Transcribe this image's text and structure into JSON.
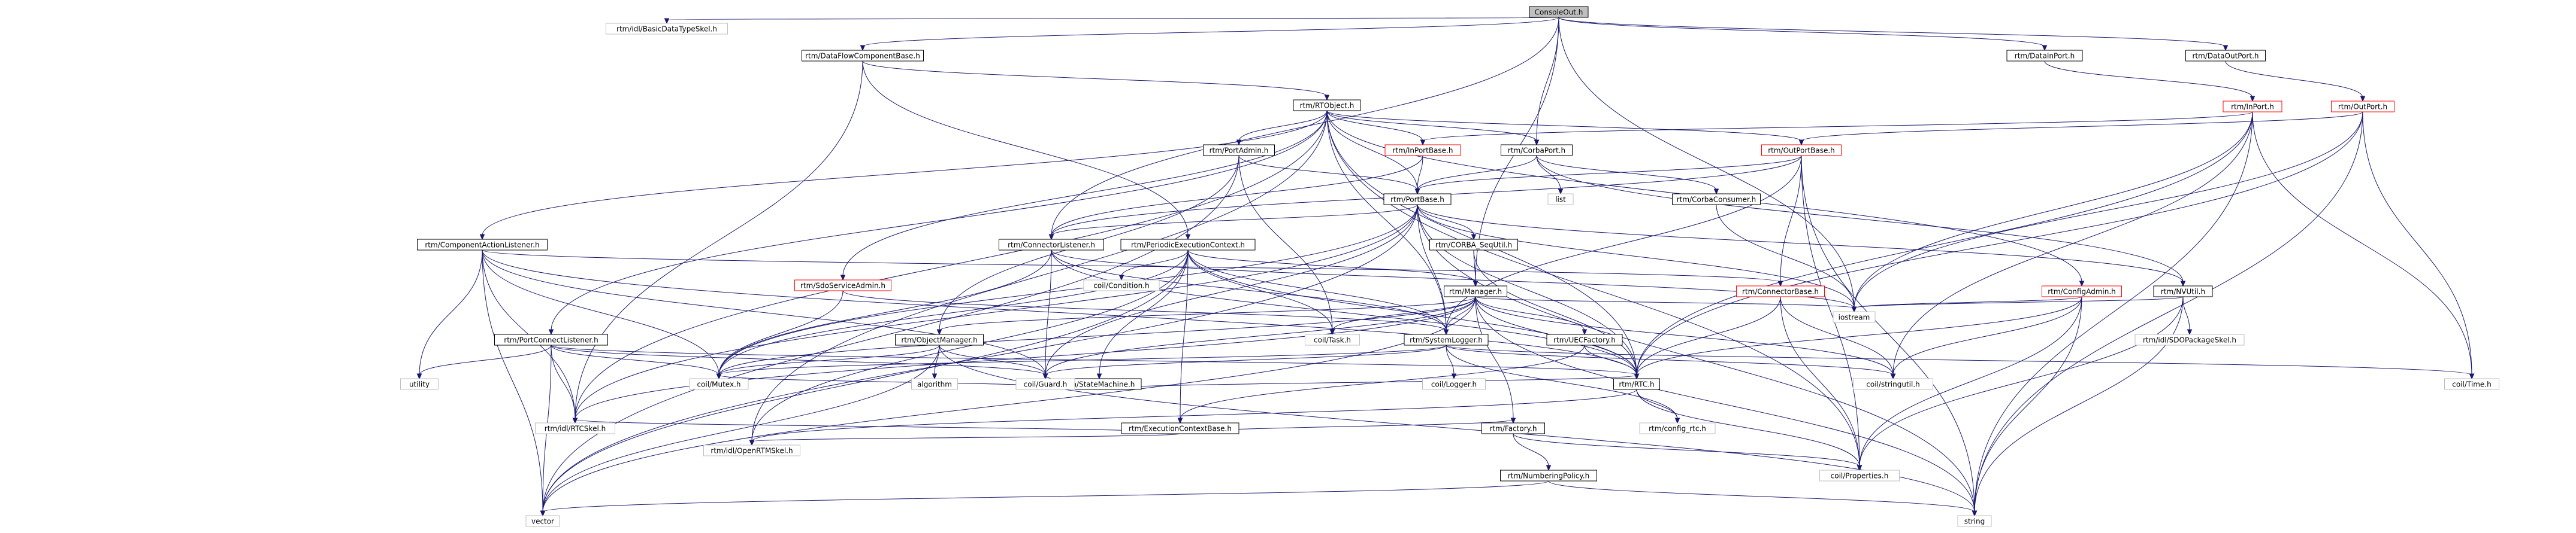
{
  "graph": {
    "nodes": [
      {
        "id": "n1",
        "label": "ConsoleOut.h",
        "style": "root"
      },
      {
        "id": "n2",
        "label": "rtm/idl/BasicDataTypeSkel.h",
        "style": "grey"
      },
      {
        "id": "n3",
        "label": "rtm/DataFlowComponentBase.h",
        "style": "black"
      },
      {
        "id": "n4",
        "label": "rtm/DataInPort.h",
        "style": "black"
      },
      {
        "id": "n5",
        "label": "rtm/DataOutPort.h",
        "style": "black"
      },
      {
        "id": "n6",
        "label": "rtm/RTObject.h",
        "style": "black"
      },
      {
        "id": "n7",
        "label": "rtm/InPort.h",
        "style": "red"
      },
      {
        "id": "n8",
        "label": "rtm/OutPort.h",
        "style": "red"
      },
      {
        "id": "n9",
        "label": "rtm/PortAdmin.h",
        "style": "black"
      },
      {
        "id": "n10",
        "label": "rtm/InPortBase.h",
        "style": "red"
      },
      {
        "id": "n11",
        "label": "rtm/CorbaPort.h",
        "style": "black"
      },
      {
        "id": "n12",
        "label": "rtm/OutPortBase.h",
        "style": "red"
      },
      {
        "id": "n13",
        "label": "rtm/PortBase.h",
        "style": "black"
      },
      {
        "id": "n14",
        "label": "list",
        "style": "grey"
      },
      {
        "id": "n15",
        "label": "rtm/CorbaConsumer.h",
        "style": "black"
      },
      {
        "id": "n16",
        "label": "rtm/ComponentActionListener.h",
        "style": "black"
      },
      {
        "id": "n17",
        "label": "rtm/ConnectorListener.h",
        "style": "black"
      },
      {
        "id": "n18",
        "label": "rtm/PeriodicExecutionContext.h",
        "style": "black"
      },
      {
        "id": "n19",
        "label": "rtm/CORBA_SeqUtil.h",
        "style": "black"
      },
      {
        "id": "n20",
        "label": "rtm/SdoServiceAdmin.h",
        "style": "red"
      },
      {
        "id": "n21",
        "label": "coil/Condition.h",
        "style": "grey"
      },
      {
        "id": "n22",
        "label": "rtm/Manager.h",
        "style": "black"
      },
      {
        "id": "n23",
        "label": "rtm/ConnectorBase.h",
        "style": "red"
      },
      {
        "id": "n24",
        "label": "rtm/ConfigAdmin.h",
        "style": "red"
      },
      {
        "id": "n25",
        "label": "rtm/NVUtil.h",
        "style": "black"
      },
      {
        "id": "n26",
        "label": "iostream",
        "style": "grey"
      },
      {
        "id": "n27",
        "label": "rtm/PortConnectListener.h",
        "style": "black"
      },
      {
        "id": "n28",
        "label": "rtm/ObjectManager.h",
        "style": "black"
      },
      {
        "id": "n29",
        "label": "coil/Task.h",
        "style": "grey"
      },
      {
        "id": "n30",
        "label": "rtm/SystemLogger.h",
        "style": "black"
      },
      {
        "id": "n31",
        "label": "rtm/UECFactory.h",
        "style": "black"
      },
      {
        "id": "n32",
        "label": "rtm/idl/SDOPackageSkel.h",
        "style": "grey"
      },
      {
        "id": "n33",
        "label": "utility",
        "style": "grey"
      },
      {
        "id": "n34",
        "label": "coil/Mutex.h",
        "style": "grey"
      },
      {
        "id": "n35",
        "label": "algorithm",
        "style": "grey"
      },
      {
        "id": "n36",
        "label": "rtm/StateMachine.h",
        "style": "black"
      },
      {
        "id": "n37",
        "label": "coil/Guard.h",
        "style": "grey"
      },
      {
        "id": "n38",
        "label": "coil/Logger.h",
        "style": "grey"
      },
      {
        "id": "n39",
        "label": "rtm/RTC.h",
        "style": "black"
      },
      {
        "id": "n40",
        "label": "coil/stringutil.h",
        "style": "grey"
      },
      {
        "id": "n41",
        "label": "coil/Time.h",
        "style": "grey"
      },
      {
        "id": "n42",
        "label": "rtm/ExecutionContextBase.h",
        "style": "black"
      },
      {
        "id": "n43",
        "label": "rtm/idl/RTCSkel.h",
        "style": "grey"
      },
      {
        "id": "n44",
        "label": "rtm/idl/OpenRTMSkel.h",
        "style": "grey"
      },
      {
        "id": "n45",
        "label": "rtm/config_rtc.h",
        "style": "grey"
      },
      {
        "id": "n46",
        "label": "rtm/Factory.h",
        "style": "black"
      },
      {
        "id": "n47",
        "label": "coil/Properties.h",
        "style": "grey"
      },
      {
        "id": "n48",
        "label": "rtm/NumberingPolicy.h",
        "style": "black"
      },
      {
        "id": "n49",
        "label": "vector",
        "style": "grey"
      },
      {
        "id": "n50",
        "label": "string",
        "style": "grey"
      }
    ],
    "edges": [
      [
        "n1",
        "n2"
      ],
      [
        "n1",
        "n3"
      ],
      [
        "n1",
        "n4"
      ],
      [
        "n1",
        "n5"
      ],
      [
        "n1",
        "n11"
      ],
      [
        "n1",
        "n22"
      ],
      [
        "n1",
        "n26"
      ],
      [
        "n1",
        "n17"
      ],
      [
        "n3",
        "n6"
      ],
      [
        "n3",
        "n18"
      ],
      [
        "n3",
        "n43"
      ],
      [
        "n4",
        "n7"
      ],
      [
        "n5",
        "n8"
      ],
      [
        "n6",
        "n9"
      ],
      [
        "n6",
        "n10"
      ],
      [
        "n6",
        "n11"
      ],
      [
        "n6",
        "n12"
      ],
      [
        "n6",
        "n13"
      ],
      [
        "n6",
        "n16"
      ],
      [
        "n6",
        "n20"
      ],
      [
        "n6",
        "n24"
      ],
      [
        "n6",
        "n27"
      ],
      [
        "n6",
        "n30"
      ],
      [
        "n6",
        "n39"
      ],
      [
        "n6",
        "n44"
      ],
      [
        "n6",
        "n43"
      ],
      [
        "n6",
        "n47"
      ],
      [
        "n7",
        "n10"
      ],
      [
        "n7",
        "n26"
      ],
      [
        "n7",
        "n39"
      ],
      [
        "n7",
        "n41"
      ],
      [
        "n7",
        "n50"
      ],
      [
        "n7",
        "n40"
      ],
      [
        "n8",
        "n12"
      ],
      [
        "n8",
        "n39"
      ],
      [
        "n8",
        "n26"
      ],
      [
        "n8",
        "n50"
      ],
      [
        "n8",
        "n41"
      ],
      [
        "n9",
        "n13"
      ],
      [
        "n9",
        "n28"
      ],
      [
        "n9",
        "n29"
      ],
      [
        "n9",
        "n49"
      ],
      [
        "n10",
        "n13"
      ],
      [
        "n10",
        "n17"
      ],
      [
        "n11",
        "n13"
      ],
      [
        "n11",
        "n15"
      ],
      [
        "n11",
        "n14"
      ],
      [
        "n11",
        "n25"
      ],
      [
        "n12",
        "n13"
      ],
      [
        "n12",
        "n17"
      ],
      [
        "n12",
        "n23"
      ],
      [
        "n12",
        "n30"
      ],
      [
        "n12",
        "n50"
      ],
      [
        "n12",
        "n47"
      ],
      [
        "n13",
        "n17"
      ],
      [
        "n13",
        "n19"
      ],
      [
        "n13",
        "n26"
      ],
      [
        "n13",
        "n34"
      ],
      [
        "n13",
        "n39"
      ],
      [
        "n13",
        "n43"
      ],
      [
        "n13",
        "n49"
      ],
      [
        "n13",
        "n50"
      ],
      [
        "n13",
        "n25"
      ],
      [
        "n13",
        "n30"
      ],
      [
        "n13",
        "n37"
      ],
      [
        "n15",
        "n26"
      ],
      [
        "n16",
        "n33"
      ],
      [
        "n16",
        "n34"
      ],
      [
        "n16",
        "n37"
      ],
      [
        "n16",
        "n39"
      ],
      [
        "n16",
        "n43"
      ],
      [
        "n16",
        "n49"
      ],
      [
        "n16",
        "n23"
      ],
      [
        "n17",
        "n34"
      ],
      [
        "n17",
        "n37"
      ],
      [
        "n17",
        "n39"
      ],
      [
        "n17",
        "n30"
      ],
      [
        "n17",
        "n26"
      ],
      [
        "n18",
        "n21"
      ],
      [
        "n18",
        "n29"
      ],
      [
        "n18",
        "n36"
      ],
      [
        "n18",
        "n42"
      ],
      [
        "n18",
        "n22"
      ],
      [
        "n18",
        "n30"
      ],
      [
        "n18",
        "n39"
      ],
      [
        "n18",
        "n49"
      ],
      [
        "n18",
        "n44"
      ],
      [
        "n18",
        "n34"
      ],
      [
        "n19",
        "n22"
      ],
      [
        "n19",
        "n39"
      ],
      [
        "n20",
        "n34"
      ],
      [
        "n20",
        "n30"
      ],
      [
        "n22",
        "n28"
      ],
      [
        "n22",
        "n29"
      ],
      [
        "n22",
        "n30"
      ],
      [
        "n22",
        "n31"
      ],
      [
        "n22",
        "n46"
      ],
      [
        "n22",
        "n39"
      ],
      [
        "n22",
        "n26"
      ],
      [
        "n22",
        "n34"
      ],
      [
        "n22",
        "n37"
      ],
      [
        "n22",
        "n49"
      ],
      [
        "n22",
        "n50"
      ],
      [
        "n22",
        "n43"
      ],
      [
        "n22",
        "n40"
      ],
      [
        "n23",
        "n39"
      ],
      [
        "n23",
        "n47"
      ],
      [
        "n23",
        "n40"
      ],
      [
        "n24",
        "n39"
      ],
      [
        "n24",
        "n47"
      ],
      [
        "n24",
        "n40"
      ],
      [
        "n24",
        "n50"
      ],
      [
        "n24",
        "n26"
      ],
      [
        "n25",
        "n32"
      ],
      [
        "n25",
        "n47"
      ],
      [
        "n25",
        "n50"
      ],
      [
        "n25",
        "n26"
      ],
      [
        "n27",
        "n33"
      ],
      [
        "n27",
        "n34"
      ],
      [
        "n27",
        "n37"
      ],
      [
        "n27",
        "n39"
      ],
      [
        "n27",
        "n43"
      ],
      [
        "n27",
        "n49"
      ],
      [
        "n28",
        "n35"
      ],
      [
        "n28",
        "n34"
      ],
      [
        "n28",
        "n37"
      ],
      [
        "n28",
        "n49"
      ],
      [
        "n28",
        "n50"
      ],
      [
        "n30",
        "n38"
      ],
      [
        "n30",
        "n34"
      ],
      [
        "n30",
        "n37"
      ],
      [
        "n30",
        "n40"
      ],
      [
        "n30",
        "n45"
      ],
      [
        "n30",
        "n41"
      ],
      [
        "n31",
        "n39"
      ],
      [
        "n31",
        "n42"
      ],
      [
        "n36",
        "n34"
      ],
      [
        "n36",
        "n37"
      ],
      [
        "n36",
        "n39"
      ],
      [
        "n39",
        "n44"
      ],
      [
        "n39",
        "n45"
      ],
      [
        "n39",
        "n47"
      ],
      [
        "n42",
        "n43"
      ],
      [
        "n42",
        "n46"
      ],
      [
        "n42",
        "n44"
      ],
      [
        "n46",
        "n47"
      ],
      [
        "n46",
        "n48"
      ],
      [
        "n48",
        "n50"
      ],
      [
        "n48",
        "n49"
      ]
    ]
  }
}
